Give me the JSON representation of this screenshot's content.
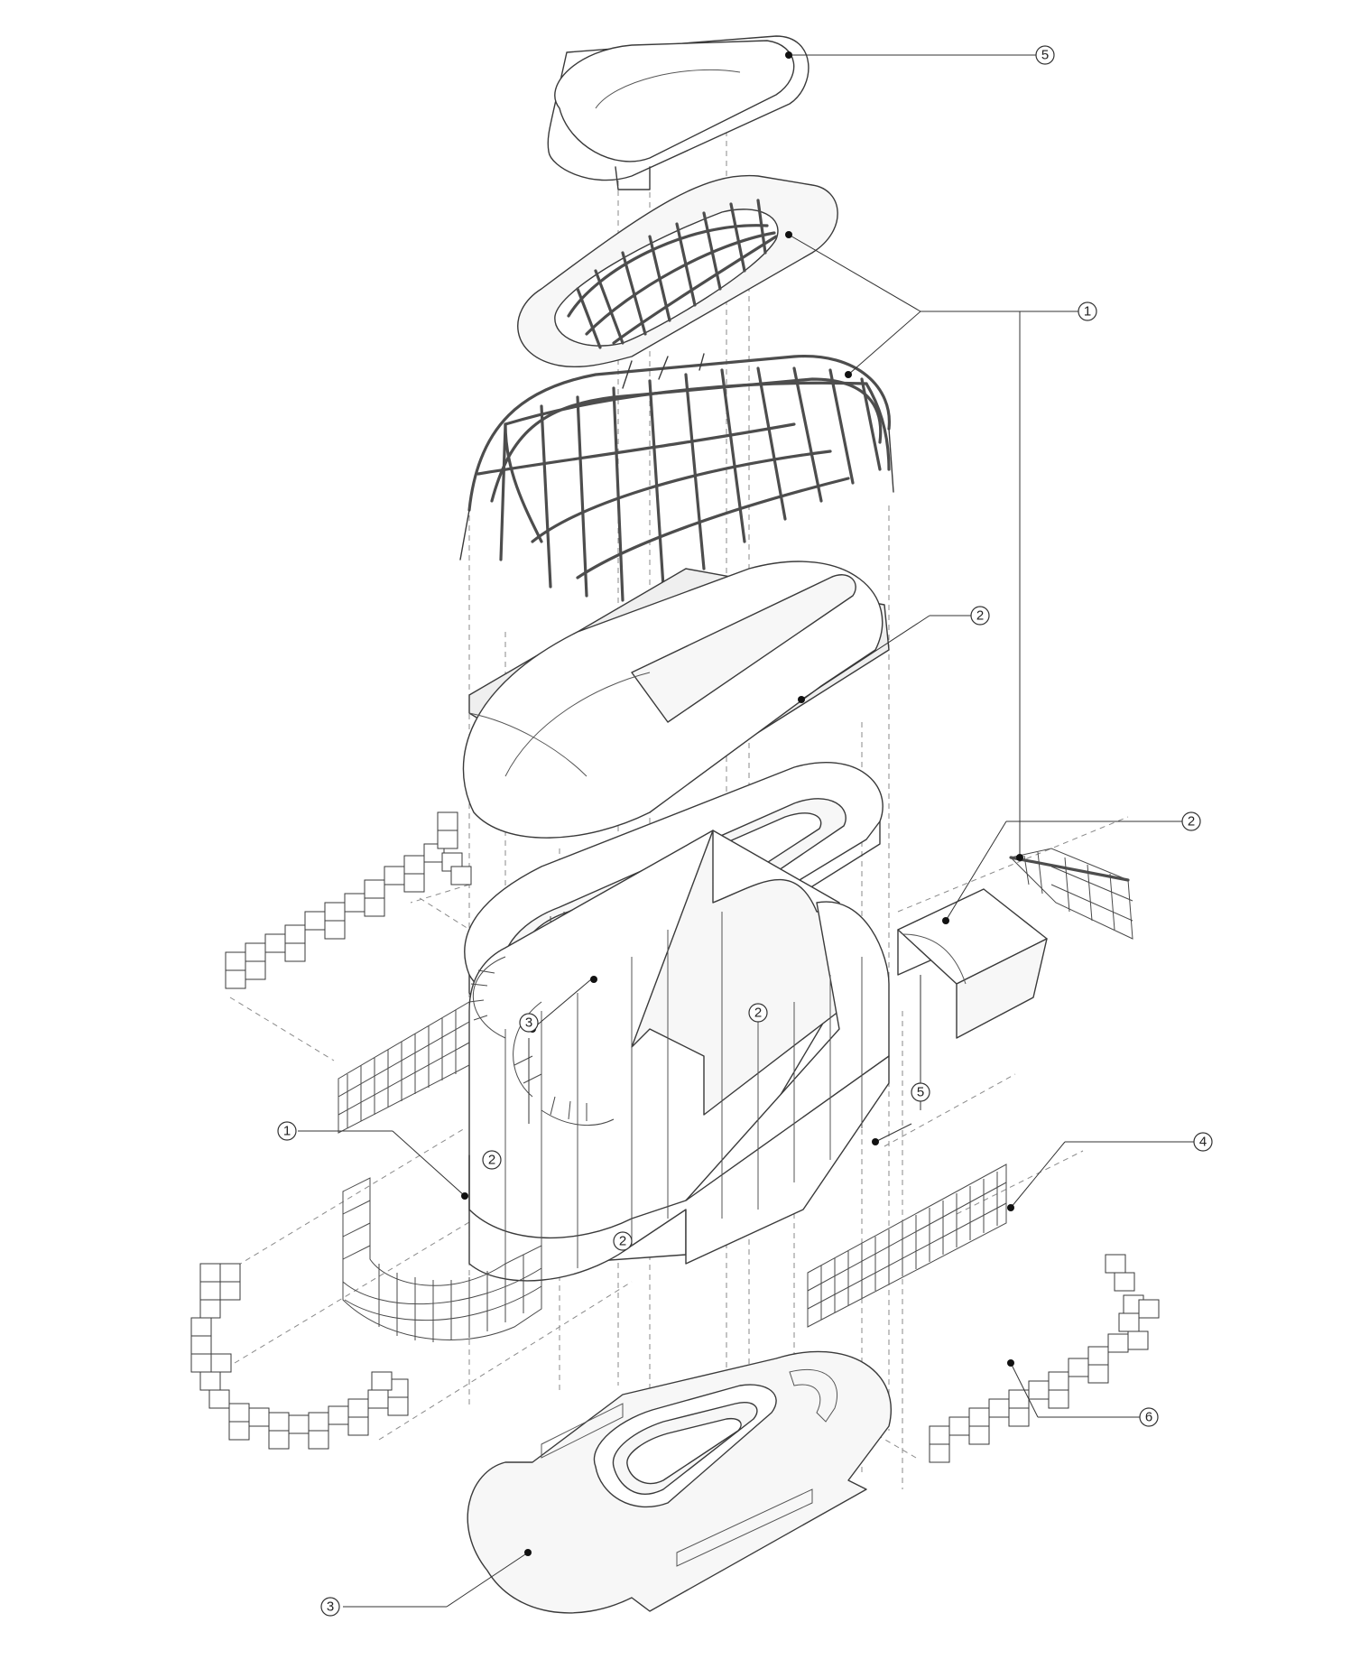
{
  "callouts": [
    {
      "id": "c5-top",
      "label": "5"
    },
    {
      "id": "c1-top",
      "label": "1"
    },
    {
      "id": "c2-upper",
      "label": "2"
    },
    {
      "id": "c2-right",
      "label": "2"
    },
    {
      "id": "c3-mid",
      "label": "3"
    },
    {
      "id": "c2-wall",
      "label": "2"
    },
    {
      "id": "c5-mid",
      "label": "5"
    },
    {
      "id": "c1-left",
      "label": "1"
    },
    {
      "id": "c2-stair",
      "label": "2"
    },
    {
      "id": "c4-right",
      "label": "4"
    },
    {
      "id": "c2-low",
      "label": "2"
    },
    {
      "id": "c6-right",
      "label": "6"
    },
    {
      "id": "c3-bottom",
      "label": "3"
    }
  ]
}
